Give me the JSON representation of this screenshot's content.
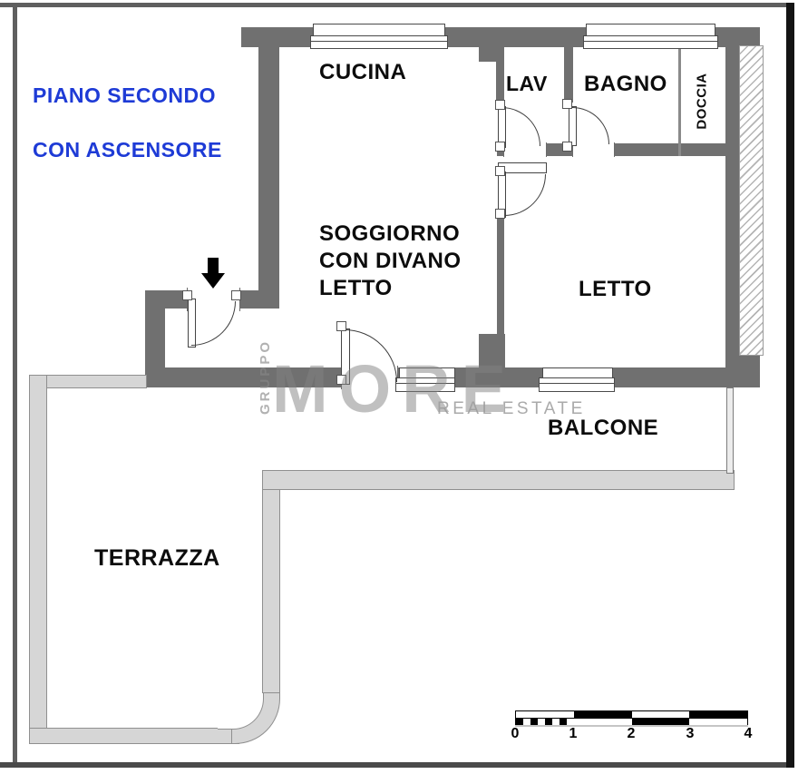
{
  "floor_title": {
    "line1": "PIANO SECONDO",
    "line2": "CON ASCENSORE",
    "color": "#1e3bd6"
  },
  "rooms": {
    "cucina": "CUCINA",
    "lav": "LAV",
    "bagno": "BAGNO",
    "doccia": "DOCCIA",
    "soggiorno": "SOGGIORNO\nCON DIVANO\nLETTO",
    "letto": "LETTO",
    "balcone": "BALCONE",
    "terrazza": "TERRAZZA"
  },
  "entry": {
    "arrow_icon": "down-arrow-icon"
  },
  "watermark": {
    "gruppo": "GRUPPO",
    "brand": "MORE",
    "tagline": "REAL ESTATE"
  },
  "scale_bar": {
    "labels": [
      "0",
      "1",
      "2",
      "3",
      "4"
    ]
  },
  "colors": {
    "wall": "#707070",
    "railing": "#d6d6d6",
    "title_blue": "#1e3bd6",
    "hatch_line": "#b4b4b4"
  }
}
